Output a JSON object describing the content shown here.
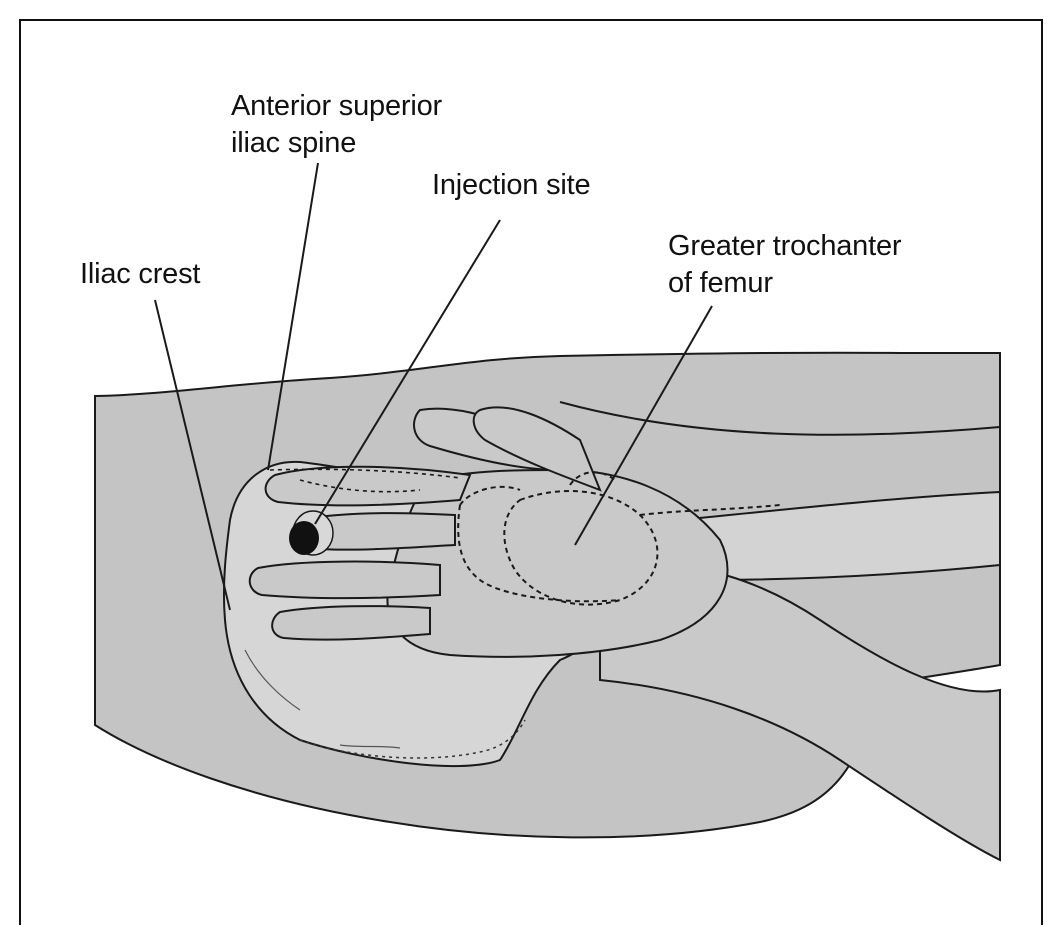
{
  "labels": {
    "anterior_superior_iliac_spine": [
      "Anterior superior",
      "iliac spine"
    ],
    "injection_site": "Injection site",
    "iliac_crest": "Iliac crest",
    "greater_trochanter": [
      "Greater trochanter",
      "of femur"
    ]
  },
  "colors": {
    "body": "#c4c4c4",
    "hand": "#c9c9c9",
    "pelvis": "#d6d6d6",
    "outline": "#1a1a1a",
    "injection_site": "#111111",
    "background": "#ffffff"
  }
}
